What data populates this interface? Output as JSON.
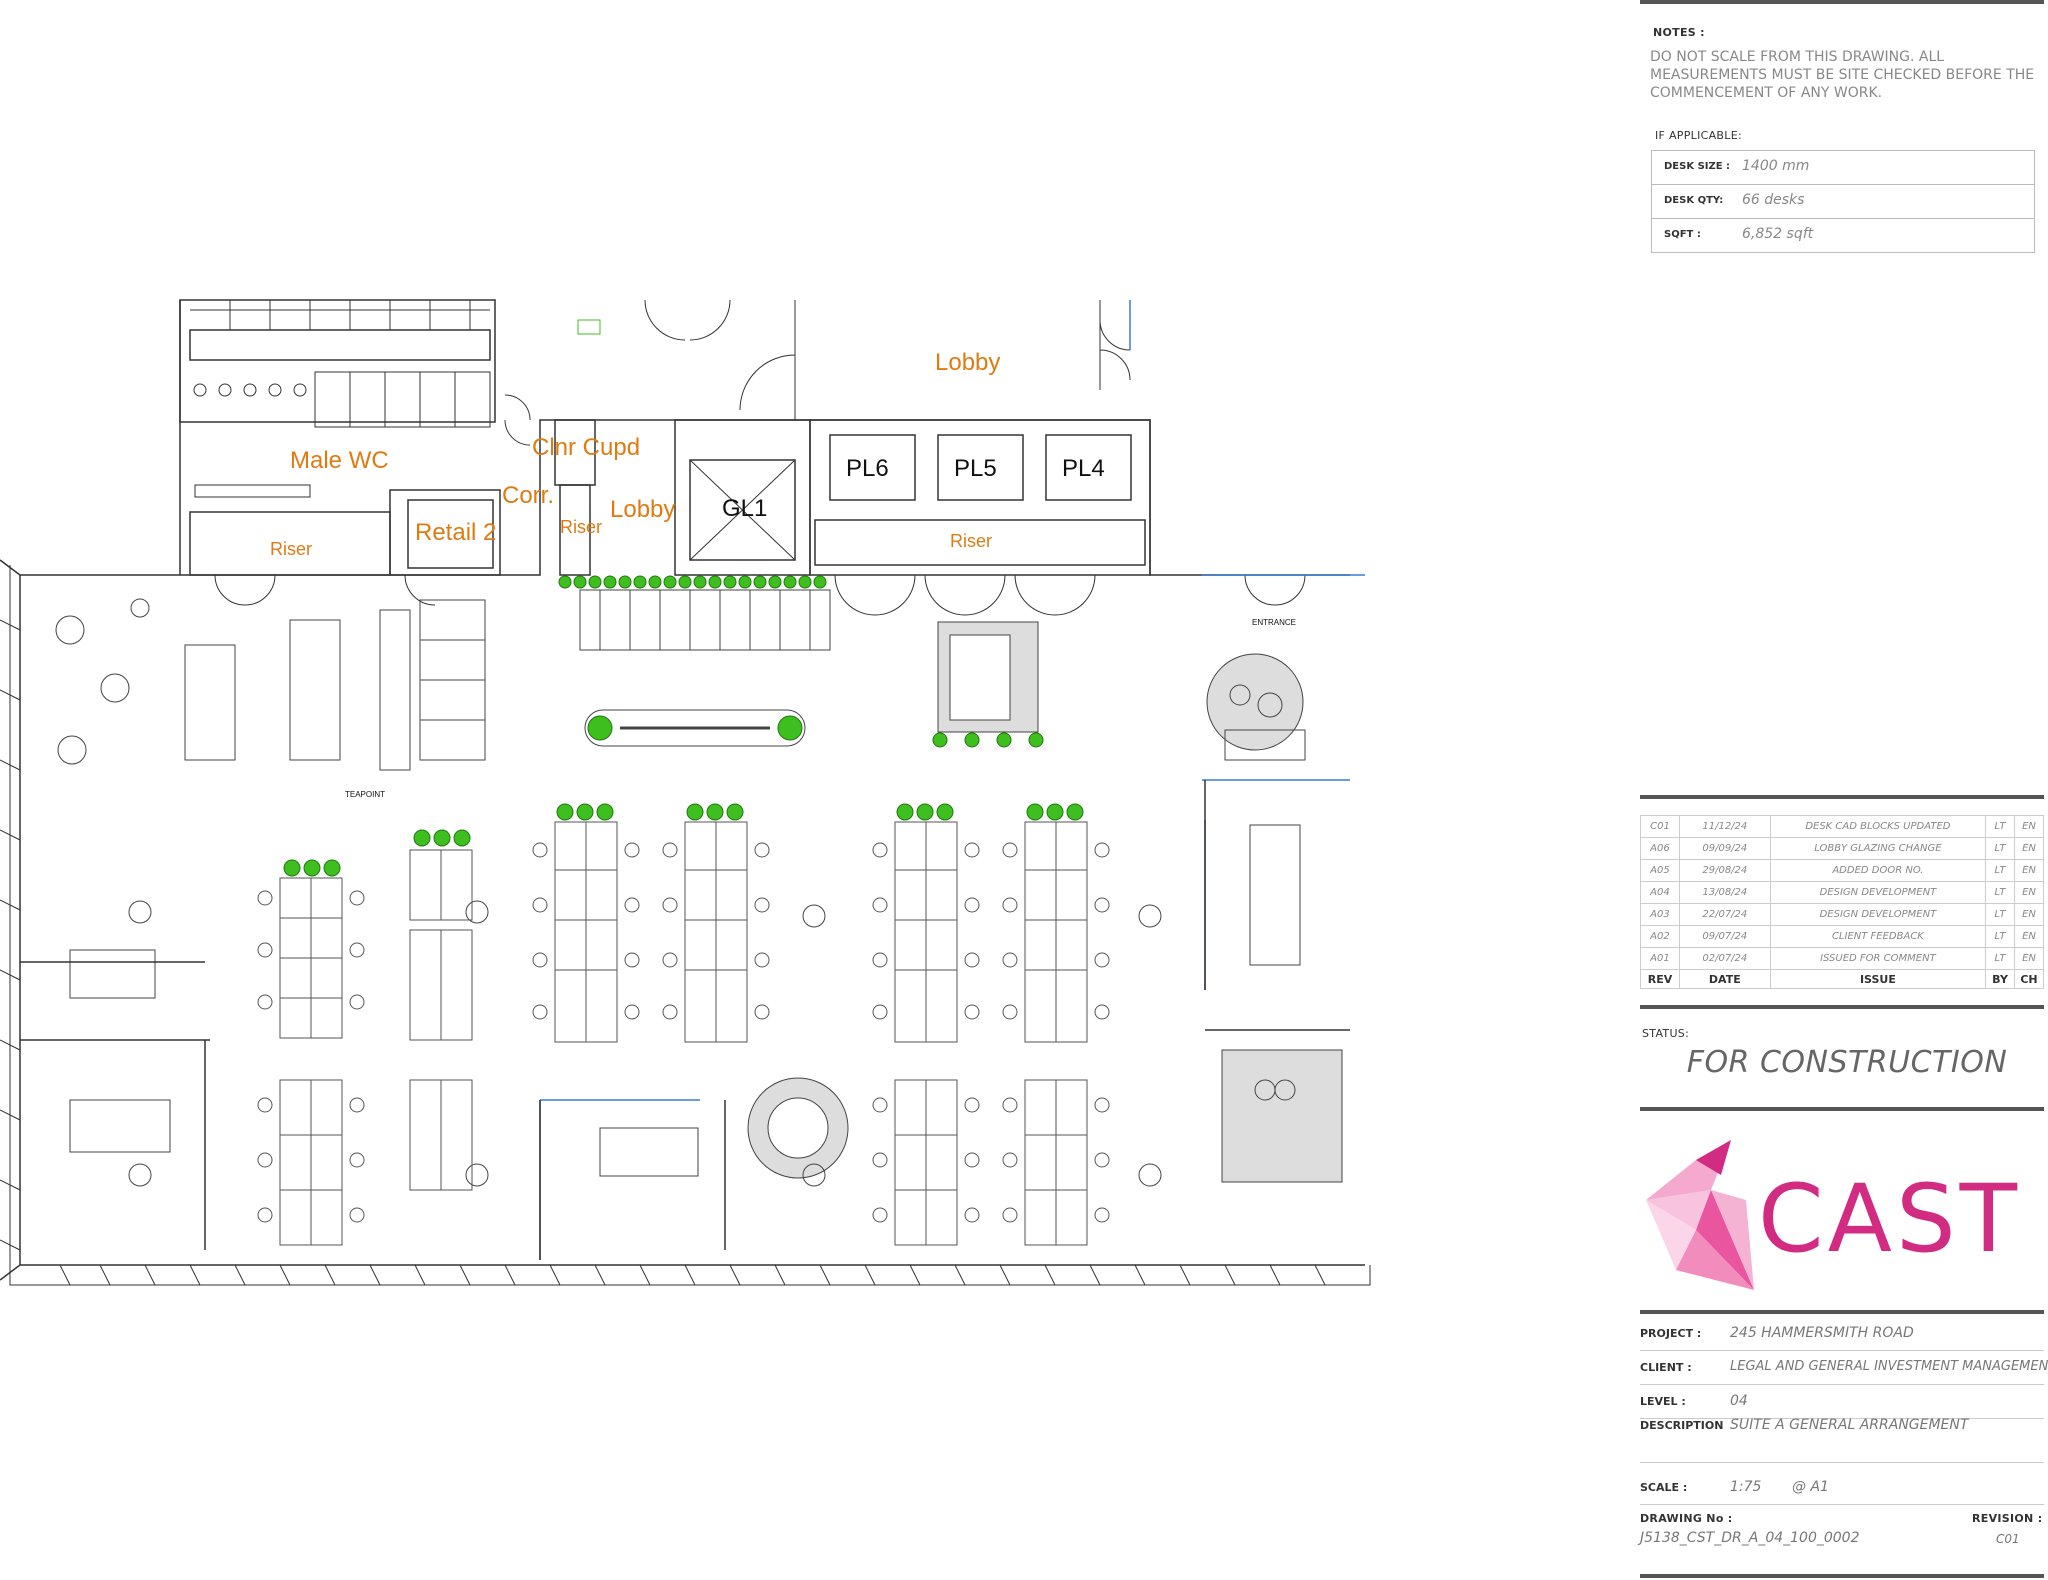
{
  "title_block": {
    "notes_label": "NOTES :",
    "notes_text": "DO NOT SCALE FROM THIS DRAWING. ALL MEASUREMENTS MUST BE SITE CHECKED BEFORE THE COMMENCEMENT OF ANY WORK.",
    "if_applicable": "IF APPLICABLE:",
    "desk_size_label": "DESK SIZE :",
    "desk_size": "1400 mm",
    "desk_qty_label": "DESK QTY:",
    "desk_qty": "66 desks",
    "sqft_label": "SQFT :",
    "sqft": "6,852 sqft",
    "revisions": [
      {
        "rev": "C01",
        "date": "11/12/24",
        "issue": "DESK CAD BLOCKS UPDATED",
        "by": "LT",
        "ch": "EN"
      },
      {
        "rev": "A06",
        "date": "09/09/24",
        "issue": "LOBBY GLAZING CHANGE",
        "by": "LT",
        "ch": "EN"
      },
      {
        "rev": "A05",
        "date": "29/08/24",
        "issue": "ADDED DOOR NO.",
        "by": "LT",
        "ch": "EN"
      },
      {
        "rev": "A04",
        "date": "13/08/24",
        "issue": "DESIGN DEVELOPMENT",
        "by": "LT",
        "ch": "EN"
      },
      {
        "rev": "A03",
        "date": "22/07/24",
        "issue": "DESIGN DEVELOPMENT",
        "by": "LT",
        "ch": "EN"
      },
      {
        "rev": "A02",
        "date": "09/07/24",
        "issue": "CLIENT FEEDBACK",
        "by": "LT",
        "ch": "EN"
      },
      {
        "rev": "A01",
        "date": "02/07/24",
        "issue": "ISSUED FOR COMMENT",
        "by": "LT",
        "ch": "EN"
      }
    ],
    "rev_headers": {
      "rev": "REV",
      "date": "DATE",
      "issue": "ISSUE",
      "by": "BY",
      "ch": "CH"
    },
    "status_label": "STATUS:",
    "status": "FOR CONSTRUCTION",
    "logo_text": "CAST",
    "project_label": "PROJECT :",
    "project": "245 HAMMERSMITH ROAD",
    "client_label": "CLIENT :",
    "client": "LEGAL AND GENERAL INVESTMENT MANAGEMENT",
    "level_label": "LEVEL :",
    "level": "04",
    "description_label": "DESCRIPTION",
    "description": "SUITE A GENERAL ARRANGEMENT",
    "scale_label": "SCALE :",
    "scale": "1:75",
    "scale_sheet": "@ A1",
    "drawing_no_label": "DRAWING No :",
    "drawing_no": "J5138_CST_DR_A_04_100_0002",
    "revision_label": "REVISION :",
    "revision": "C01"
  },
  "rooms": {
    "lobby_top": "Lobby",
    "male_wc": "Male WC",
    "clnr_cupd": "Clnr Cupd",
    "corr": "Corr.",
    "riser_left": "Riser",
    "retail2": "Retail 2",
    "riser_mid": "Riser",
    "lobby_mid": "Lobby",
    "gl1": "GL1",
    "pl6": "PL6",
    "pl5": "PL5",
    "pl4": "PL4",
    "riser_right": "Riser",
    "entrance": "ENTRANCE",
    "teapoint": "TEAPOINT"
  },
  "colors": {
    "room_label": "#e07b12",
    "plant": "#3fbf1f",
    "line": "#333333",
    "brand": "#d12b82",
    "glass": "#3a7bd5"
  }
}
